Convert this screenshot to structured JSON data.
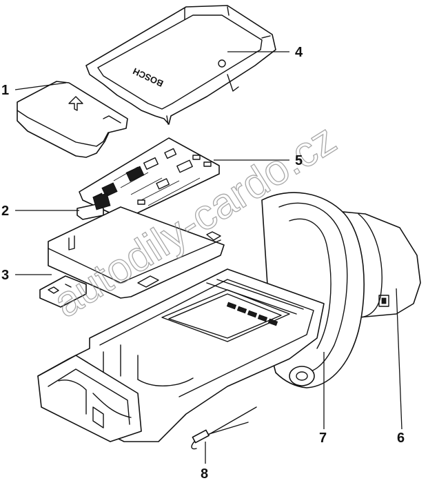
{
  "callouts": [
    {
      "id": "1",
      "text": "1"
    },
    {
      "id": "2",
      "text": "2"
    },
    {
      "id": "3",
      "text": "3"
    },
    {
      "id": "4",
      "text": "4"
    },
    {
      "id": "5",
      "text": "5"
    },
    {
      "id": "6",
      "text": "6"
    },
    {
      "id": "7",
      "text": "7"
    },
    {
      "id": "8",
      "text": "8"
    }
  ],
  "brand_label": "BOSCH",
  "watermark": "autodily-cardo.cz",
  "colors": {
    "line": "#111111",
    "watermark": "#8a8a8a",
    "background": "#ffffff"
  }
}
